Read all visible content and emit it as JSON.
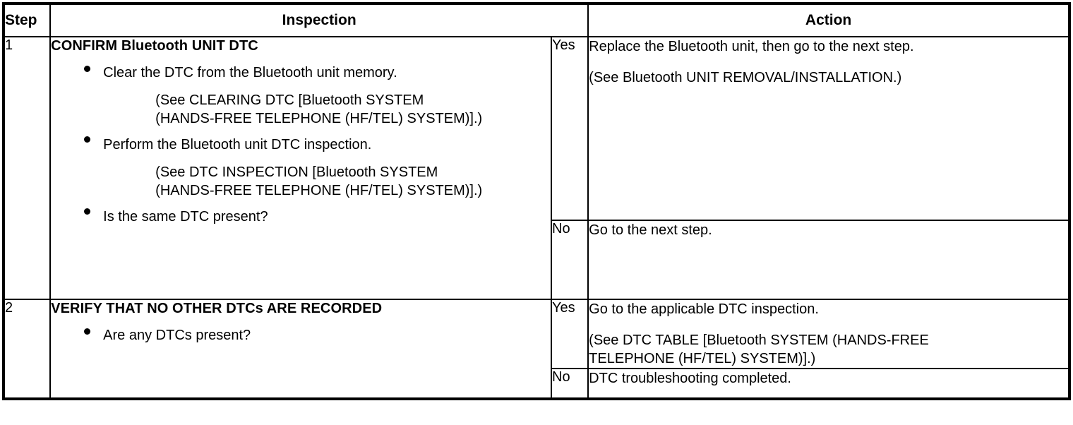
{
  "table": {
    "headers": {
      "step": "Step",
      "inspection": "Inspection",
      "action": "Action"
    },
    "rows": [
      {
        "step": "1",
        "inspection": {
          "title": "CONFIRM Bluetooth UNIT DTC",
          "bullets": [
            {
              "text": "Clear the DTC from the Bluetooth unit memory.",
              "reference_line1": "(See CLEARING DTC [Bluetooth SYSTEM",
              "reference_line2": "(HANDS-FREE TELEPHONE (HF/TEL) SYSTEM)].)"
            },
            {
              "text": "Perform the Bluetooth unit DTC inspection.",
              "reference_line1": "(See DTC INSPECTION [Bluetooth SYSTEM",
              "reference_line2": "(HANDS-FREE TELEPHONE (HF/TEL) SYSTEM)].)"
            },
            {
              "text": "Is the same DTC present?"
            }
          ]
        },
        "results": [
          {
            "label": "Yes",
            "action_line1": "Replace the Bluetooth unit, then go to the next step.",
            "action_ref1": "(See Bluetooth UNIT REMOVAL/INSTALLATION.)"
          },
          {
            "label": "No",
            "action_line1": "Go to the next step."
          }
        ]
      },
      {
        "step": "2",
        "inspection": {
          "title": "VERIFY THAT NO OTHER DTCs ARE RECORDED",
          "bullets": [
            {
              "text": "Are any DTCs present?"
            }
          ]
        },
        "results": [
          {
            "label": "Yes",
            "action_line1": "Go to the applicable DTC inspection.",
            "action_ref1": "(See DTC TABLE [Bluetooth SYSTEM (HANDS-FREE",
            "action_ref2": "TELEPHONE (HF/TEL) SYSTEM)].)"
          },
          {
            "label": "No",
            "action_line1": "DTC troubleshooting completed."
          }
        ]
      }
    ]
  }
}
